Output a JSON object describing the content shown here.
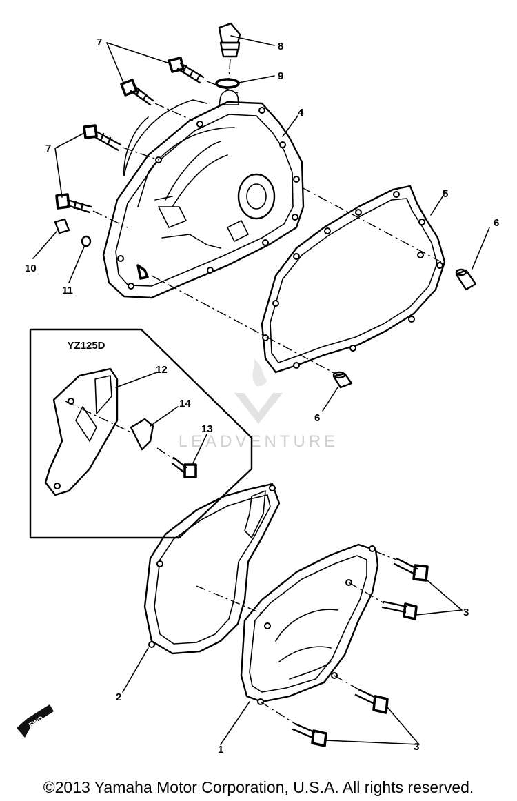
{
  "diagram": {
    "inset_title": "YZ125D",
    "fwd_label": "FWD",
    "watermark_text": "LEADVENTURE",
    "copyright": "©2013 Yamaha Motor Corporation, U.S.A. All rights reserved.",
    "callouts": {
      "c1": "1",
      "c2": "2",
      "c3a": "3",
      "c3b": "3",
      "c4": "4",
      "c5": "5",
      "c6a": "6",
      "c6b": "6",
      "c7a": "7",
      "c7b": "7",
      "c8": "8",
      "c9": "9",
      "c10": "10",
      "c11": "11",
      "c12": "12",
      "c13": "13",
      "c14": "14"
    }
  }
}
